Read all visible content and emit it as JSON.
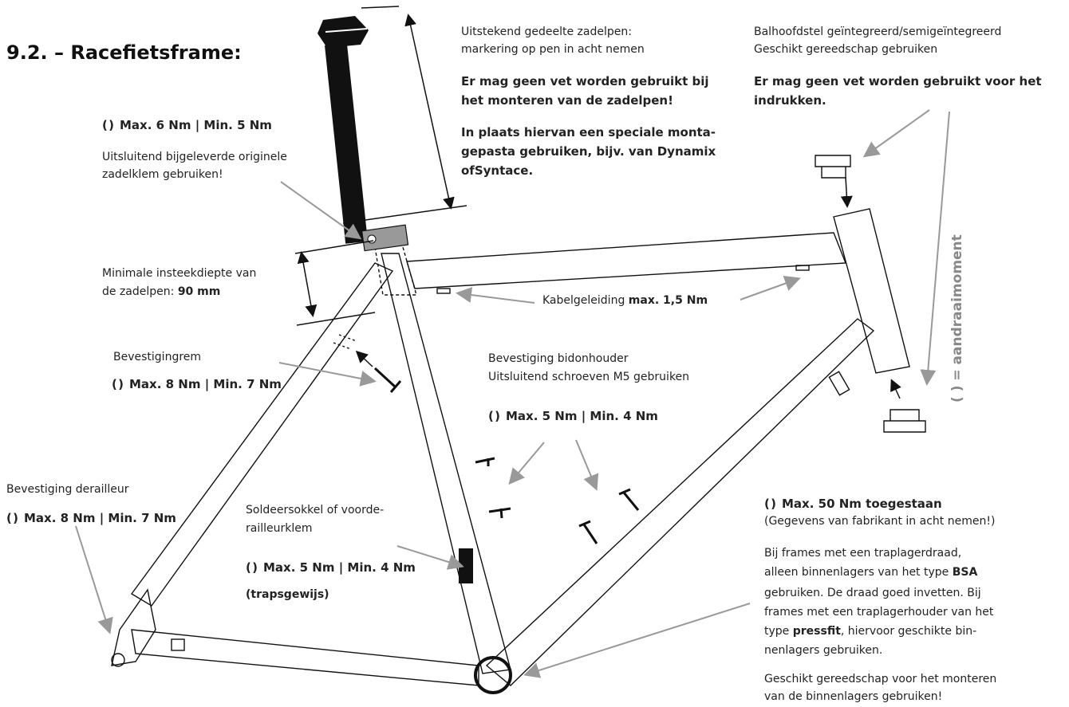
{
  "title": "9.2. – Racefietsframe:",
  "seatpost": {
    "partial_line1": "Uitstekend gedeelte zadelpen:",
    "partial_line2": "markering op pen in acht nemen",
    "no_grease_line1": "Er mag geen vet worden gebruikt bij",
    "no_grease_line2": "het monteren van de zadelpen!",
    "paste_line1": "In plaats hiervan een speciale monta-",
    "paste_line2": "gepasta gebruiken, bijv. van Dynamix",
    "paste_line3": "ofSyntace."
  },
  "headset": {
    "line1": "Balhoofdstel geïntegreerd/semigeïntegreerd",
    "line2": "Geschikt gereedschap gebruiken",
    "warn_line1": "Er mag geen vet worden gebruikt voor het",
    "warn_line2": "indrukken."
  },
  "seat_clamp": {
    "torque": "Max. 6 Nm | Min. 5 Nm",
    "note_line1": "Uitsluitend bijgeleverde originele",
    "note_line2": "zadelklem gebruiken!"
  },
  "insertion": {
    "line1": "Minimale insteekdiepte van",
    "line2_prefix": "de zadelpen: ",
    "value": "90 mm"
  },
  "cable_guide": {
    "label": "Kabelgeleiding ",
    "value": "max. 1,5 Nm"
  },
  "brake": {
    "label": "Bevestigingrem",
    "torque": "Max. 8 Nm | Min. 7 Nm"
  },
  "bottle": {
    "line1": "Bevestiging bidonhouder",
    "line2": "Uitsluitend schroeven M5 gebruiken",
    "torque": "Max. 5 Nm | Min. 4 Nm"
  },
  "derailleur": {
    "label": "Bevestiging derailleur",
    "torque": "Max. 8 Nm | Min. 7 Nm"
  },
  "front_derailleur": {
    "line1": "Soldeersokkel of voorde-",
    "line2": "railleurklem",
    "torque": "Max. 5 Nm | Min. 4 Nm",
    "note": "(trapsgewijs)"
  },
  "bottom_bracket": {
    "torque": "Max. 50 Nm toegestaan",
    "manufacturer": "(Gegevens van fabrikant in acht nemen!)",
    "p1_line1": "Bij frames met een traplagerdraad,",
    "p1_line2_prefix": "alleen binnenlagers van het type ",
    "bsa": "BSA",
    "p1_line3": "gebruiken. De draad goed invetten. Bij",
    "p1_line4": "frames met een traplagerhouder van het",
    "p1_line5_prefix": "type ",
    "pressfit": "pressfit",
    "p1_line5_suffix": ", hiervoor geschikte bin-",
    "p1_line6": "nenlagers gebruiken.",
    "p2_line1": "Geschikt gereedschap voor het monteren",
    "p2_line2": "van de binnenlagers gebruiken!"
  },
  "legend": {
    "symbol": "( )",
    "text": "= aandraaimoment"
  },
  "colors": {
    "ink": "#111111",
    "arrow": "#999999",
    "legend": "#888888"
  }
}
